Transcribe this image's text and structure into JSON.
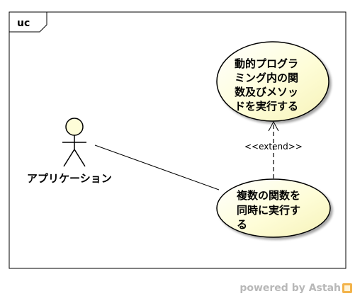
{
  "frame": {
    "label": "uc"
  },
  "actor": {
    "name": "アプリケーション"
  },
  "use_cases": {
    "top": {
      "lines": [
        "動的プログラ",
        "ミング内の関",
        "数及びメソッ",
        "ドを実行する"
      ]
    },
    "bottom": {
      "lines": [
        "複数の関数を",
        "同時に実行す",
        "る"
      ]
    }
  },
  "relationships": {
    "extend": {
      "label": "<<extend>>"
    }
  },
  "colors": {
    "use_case_fill": "#fefdd8",
    "actor_head_fill": "#fefdd8",
    "stroke": "#000000"
  },
  "watermark": {
    "text": "powered by Astah",
    "logo_icon": "astah-logo-icon"
  }
}
